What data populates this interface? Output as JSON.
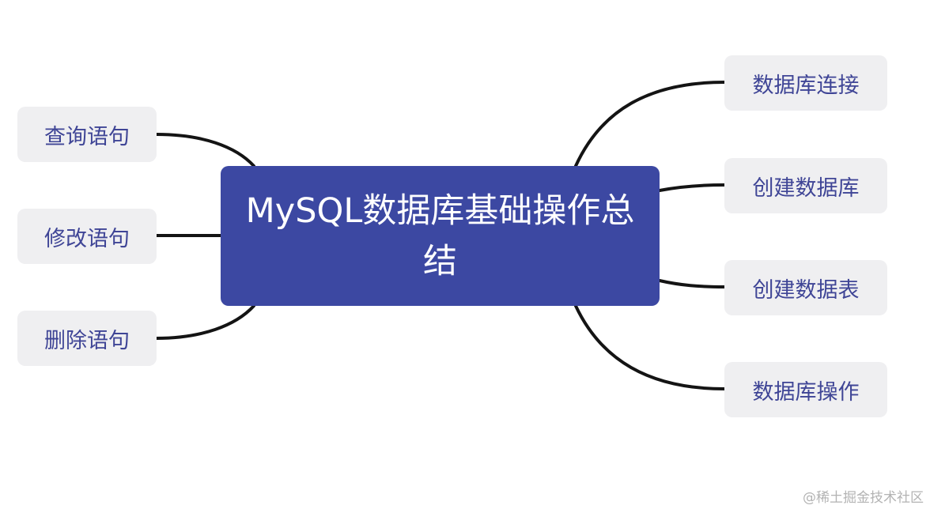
{
  "central_topic": "MySQL数据库基础操作总结",
  "left_branches": [
    {
      "label": "查询语句"
    },
    {
      "label": "修改语句"
    },
    {
      "label": "删除语句"
    }
  ],
  "right_branches": [
    {
      "label": "数据库连接"
    },
    {
      "label": "创建数据库"
    },
    {
      "label": "创建数据表"
    },
    {
      "label": "数据库操作"
    }
  ],
  "watermark": "@稀土掘金技术社区",
  "colors": {
    "central_fill": "#3c48a2",
    "central_text": "#ffffff",
    "node_fill": "#efeff1",
    "node_text": "#3f4596",
    "connector": "#141414",
    "watermark": "#b3b3b3"
  }
}
